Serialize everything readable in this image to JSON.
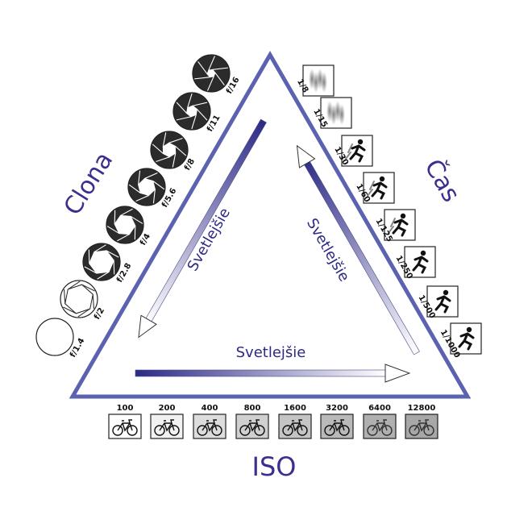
{
  "titles": {
    "aperture": "Clona",
    "shutter": "Čas",
    "iso": "ISO"
  },
  "arrows": {
    "left": "Svetlejšie",
    "right": "Svetlejšie",
    "bottom": "Svetlejšie"
  },
  "aperture_stops": [
    "f/1.4",
    "f/2",
    "f/2.8",
    "f/4",
    "f/5.6",
    "f/8",
    "f/11",
    "f/16"
  ],
  "shutter_speeds": [
    "1/8",
    "1/15",
    "1/30",
    "1/60",
    "1/125",
    "1/250",
    "1/500",
    "1/1000"
  ],
  "iso_values": [
    "100",
    "200",
    "400",
    "800",
    "1600",
    "3200",
    "6400",
    "12800"
  ],
  "colors": {
    "triangle": "#5b63b0",
    "arrow_dark": "#2d2a86",
    "title": "#3a2f8f"
  },
  "icons": {
    "aperture": "aperture-icon",
    "shutter": "running-figure-icon",
    "iso": "bicycle-icon"
  }
}
